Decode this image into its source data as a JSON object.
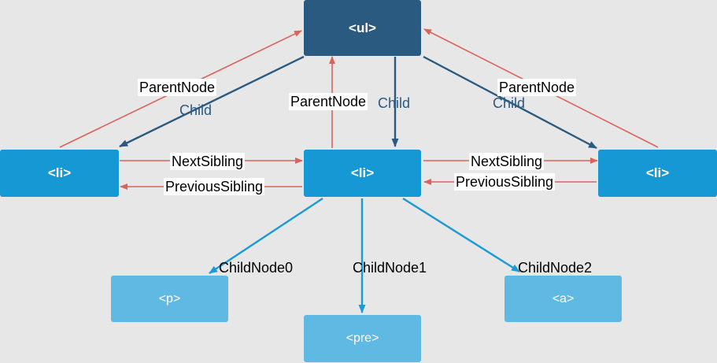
{
  "colors": {
    "background": "#e7e7e7",
    "root_fill": "#2b5a80",
    "sibling_fill": "#1698d4",
    "child_fill": "#60b9e2",
    "parent_edge": "#d9645b",
    "child_edge": "#2b5a80",
    "childnode_edge": "#1a9ad6"
  },
  "nodes": {
    "ul": "<ul>",
    "li_left": "<li>",
    "li_center": "<li>",
    "li_right": "<li>",
    "p": "<p>",
    "pre": "<pre>",
    "a": "<a>"
  },
  "edges": {
    "parent_node_left": "ParentNode",
    "child_left": "Child",
    "parent_node_center": "ParentNode",
    "child_center": "Child",
    "parent_node_right": "ParentNode",
    "child_right": "Child",
    "next_sibling_left": "NextSibling",
    "previous_sibling_left": "PreviousSibling",
    "next_sibling_right": "NextSibling",
    "previous_sibling_right": "PreviousSibling",
    "child_node_0": "ChildNode0",
    "child_node_1": "ChildNode1",
    "child_node_2": "ChildNode2"
  }
}
